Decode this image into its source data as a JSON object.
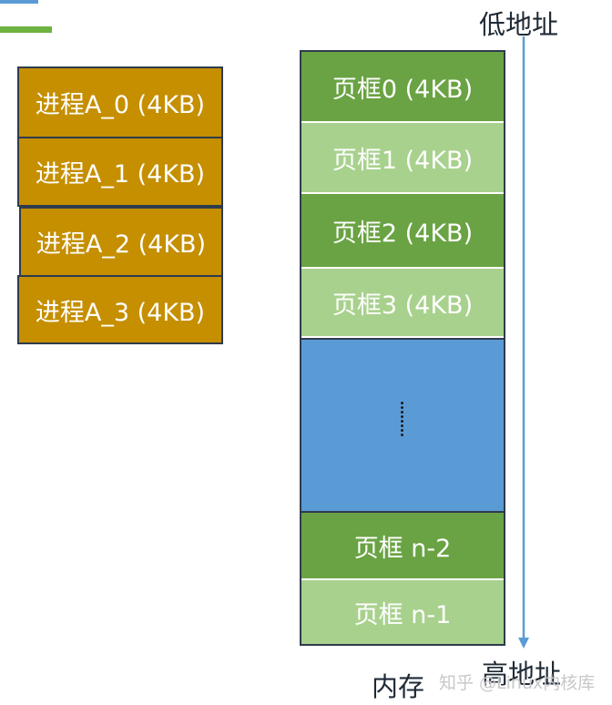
{
  "processes": [
    {
      "label": "进程A_0 (4KB)"
    },
    {
      "label": "进程A_1 (4KB)"
    },
    {
      "label": "进程A_2 (4KB)"
    },
    {
      "label": "进程A_3 (4KB)"
    }
  ],
  "memory": {
    "title": "内存",
    "frames": [
      {
        "label": "页框0 (4KB)",
        "shade": "dark"
      },
      {
        "label": "页框1 (4KB)",
        "shade": "light"
      },
      {
        "label": "页框2 (4KB)",
        "shade": "dark"
      },
      {
        "label": "页框3 (4KB)",
        "shade": "light"
      },
      {
        "label": "页框 n-2",
        "shade": "dark"
      },
      {
        "label": "页框 n-1",
        "shade": "light"
      }
    ],
    "gap_symbol": "⋮"
  },
  "address": {
    "low": "低地址",
    "high": "高地址"
  },
  "watermark": "知乎 @Linux内核库",
  "colors": {
    "process_fill": "#c58f00",
    "frame_dark": "#6aa343",
    "frame_light": "#a8d18d",
    "gap_fill": "#5b9bd5",
    "border": "#2e3b4e",
    "arrow": "#5b9bd5"
  }
}
